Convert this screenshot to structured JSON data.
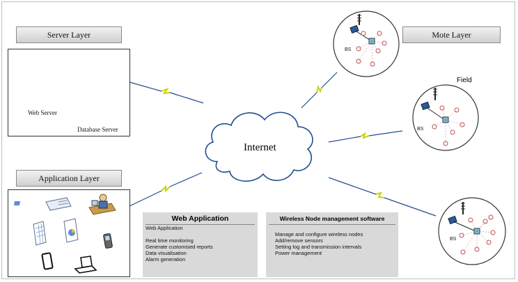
{
  "layers": {
    "server": "Server Layer",
    "mote": "Mote Layer",
    "application": "Application Layer"
  },
  "servers": {
    "web": "Web Server",
    "database": "Database Server"
  },
  "cloud": {
    "label": "Internet"
  },
  "field": {
    "label": "Field"
  },
  "motes": [
    {
      "bs_label": "BS"
    },
    {
      "bs_label": "BS"
    },
    {
      "bs_label": "BS"
    }
  ],
  "web_app": {
    "title": "Web Application",
    "items": [
      "Web Application",
      "",
      "Real time monitoring",
      "Generate customised reports",
      "Data visualisation",
      "Alarm generation"
    ]
  },
  "wireless_sw": {
    "title": "Wireless Node management software",
    "items": [
      "Manage and configure wireless nodes",
      "Add/remove sensors",
      "Setting log and transmission intervals",
      "Power management"
    ]
  },
  "colors": {
    "link_line": "#1f4e8c",
    "bolt": "#c8d400",
    "server_green": "#6e9a2e",
    "mote_red": "#c0504d",
    "panel_gray": "#d9d9d9"
  }
}
